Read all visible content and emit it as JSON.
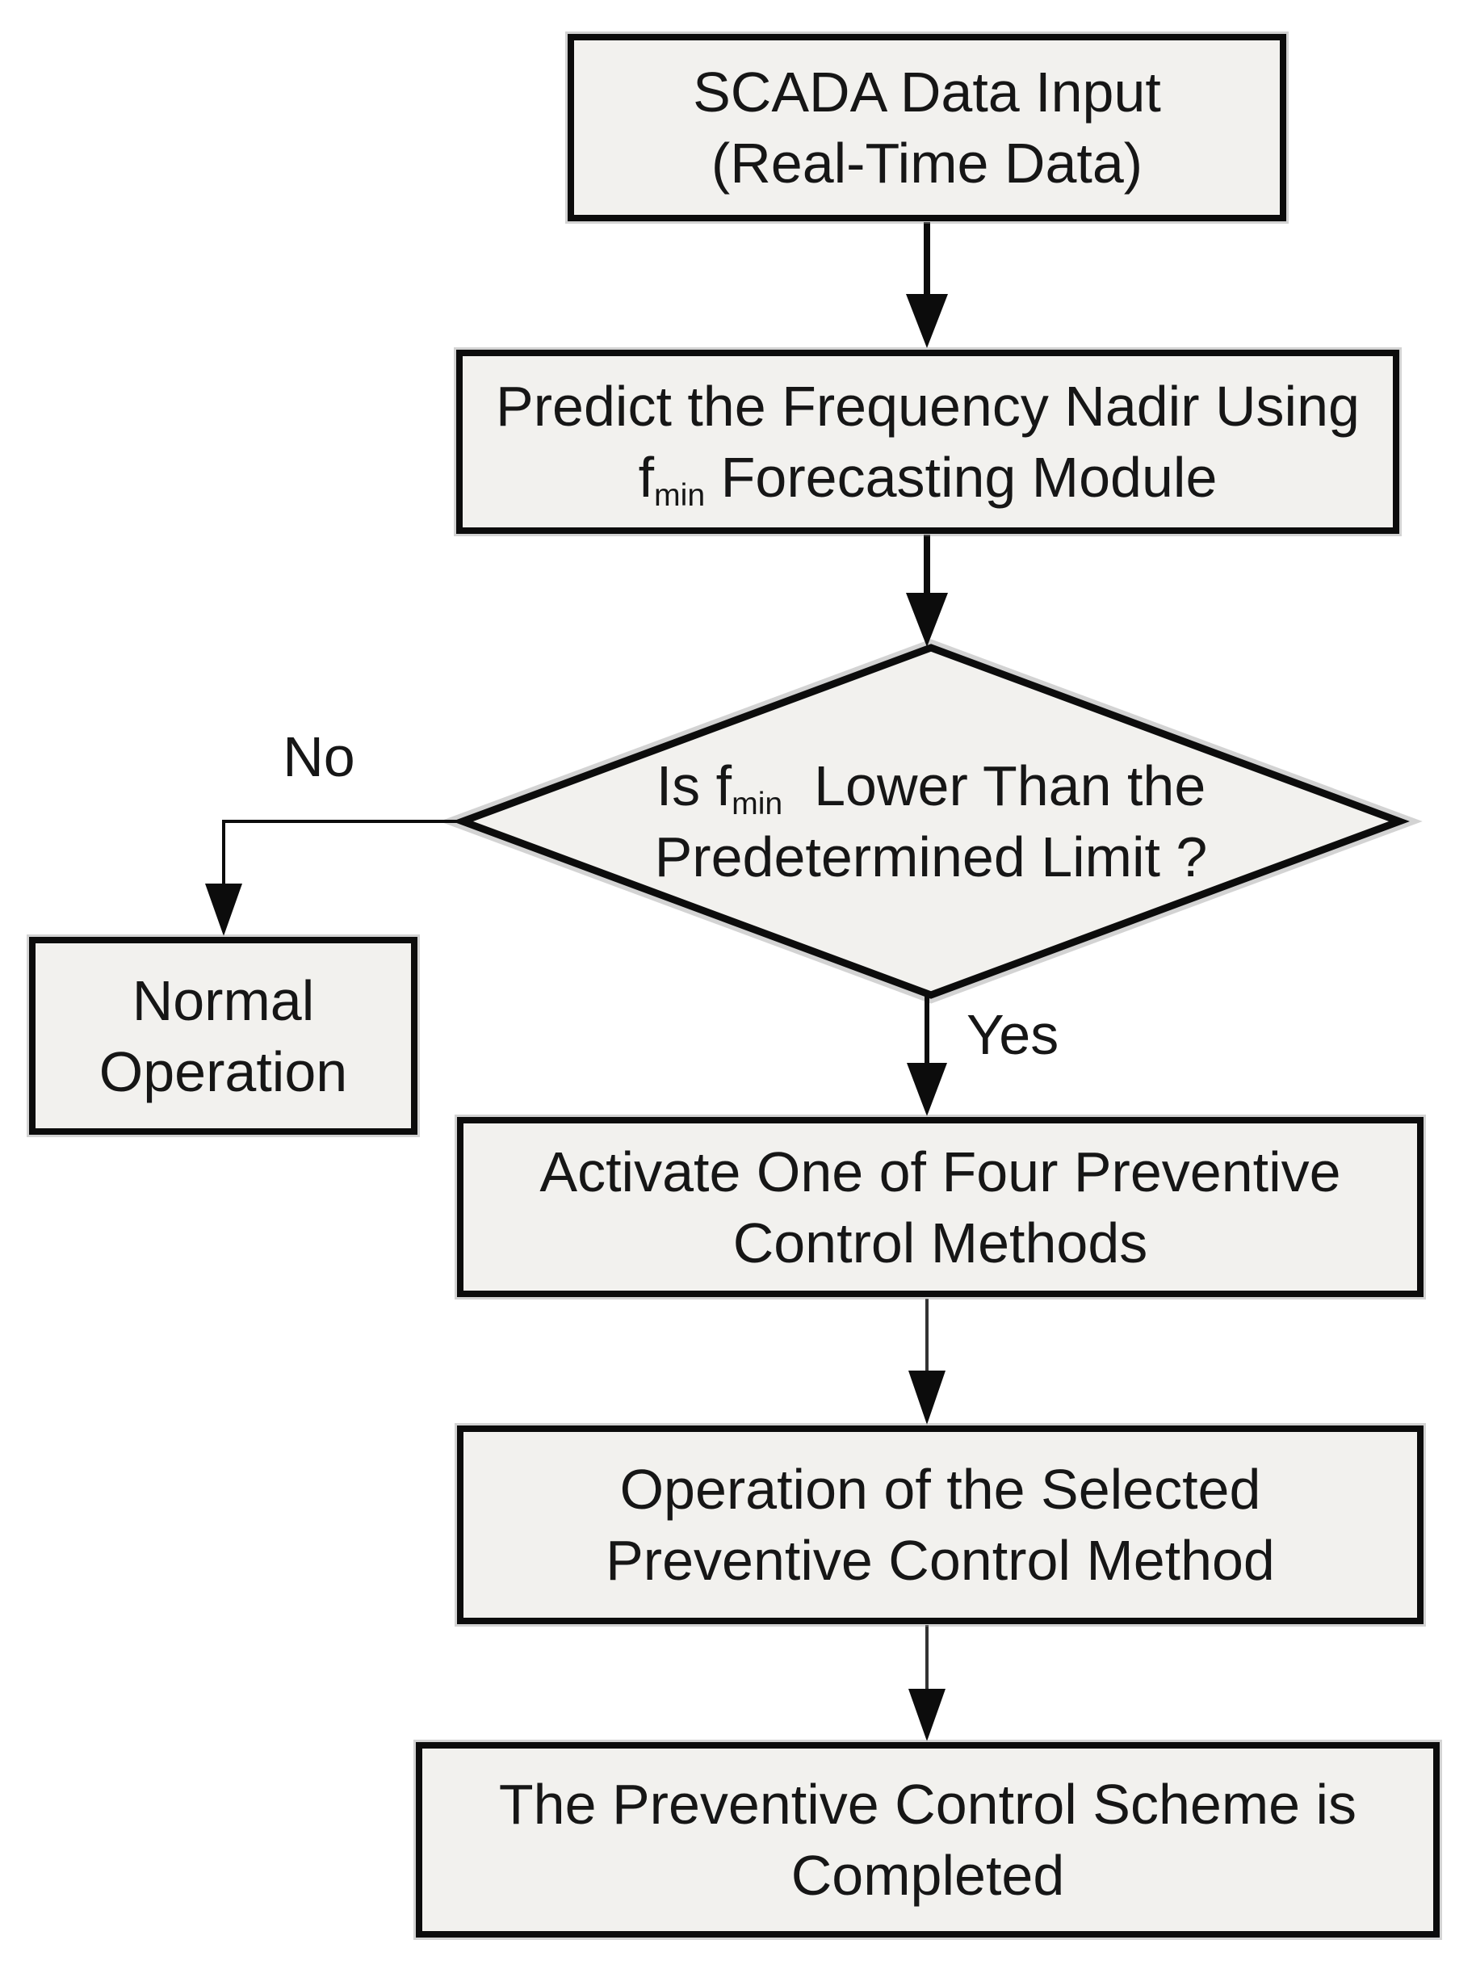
{
  "style": {
    "background": "#ffffff",
    "node_fill": "#f2f1ee",
    "line_color": "#0c0c0c",
    "text_color": "#161616",
    "shadow_color": "#969696"
  },
  "nodes": {
    "scada": {
      "line1": "SCADA Data Input",
      "line2": "(Real-Time Data)"
    },
    "predict": {
      "line1": "Predict the Frequency Nadir Using",
      "line2_f": "f",
      "line2_sub": "min",
      "line2_rest": " Forecasting Module"
    },
    "decision": {
      "line1_pre": "Is f",
      "line1_sub": "min",
      "line1_rest": "  Lower Than the",
      "line2": "Predetermined Limit ?"
    },
    "normal": {
      "line1": "Normal",
      "line2": "Operation"
    },
    "activate": {
      "line1": "Activate One of Four Preventive",
      "line2": "Control Methods"
    },
    "operation": {
      "line1": "Operation of the Selected",
      "line2": "Preventive Control Method"
    },
    "completed": {
      "line1": "The Preventive Control Scheme is",
      "line2": "Completed"
    }
  },
  "labels": {
    "no": "No",
    "yes": "Yes"
  }
}
